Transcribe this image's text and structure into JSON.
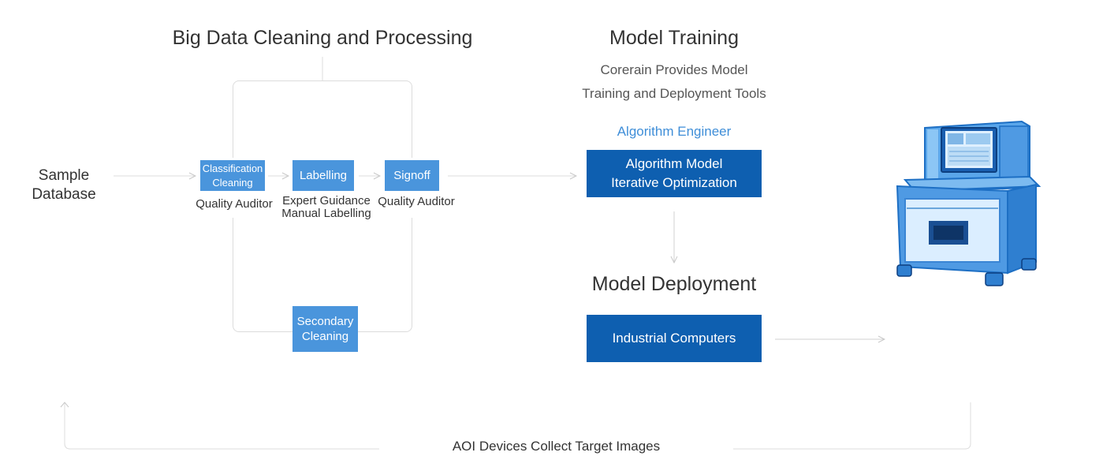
{
  "sections": {
    "cleaning_title": "Big Data Cleaning and Processing",
    "training_title": "Model Training",
    "deployment_title": "Model Deployment"
  },
  "sample_database": {
    "line1": "Sample",
    "line2": "Database"
  },
  "pipeline": {
    "classification": {
      "line1": "Classification",
      "line2": "Cleaning",
      "caption": "Quality Auditor"
    },
    "labelling": {
      "label": "Labelling",
      "caption1": "Expert Guidance",
      "caption2": "Manual Labelling"
    },
    "signoff": {
      "label": "Signoff",
      "caption": "Quality Auditor"
    },
    "secondary": {
      "line1": "Secondary",
      "line2": "Cleaning"
    }
  },
  "training": {
    "desc1": "Corerain Provides Model",
    "desc2": "Training and Deployment Tools",
    "role": "Algorithm Engineer",
    "box_line1": "Algorithm Model",
    "box_line2": "Iterative Optimization"
  },
  "deployment": {
    "box_label": "Industrial Computers"
  },
  "device": {
    "icon": "aoi-machine-icon"
  },
  "feedback": {
    "label": "AOI Devices Collect Target Images"
  },
  "colors": {
    "light_blue": "#4a95dc",
    "dark_blue": "#0e5fb0",
    "accent_text": "#3f8ed8",
    "line_gray": "#d6d6d6"
  }
}
